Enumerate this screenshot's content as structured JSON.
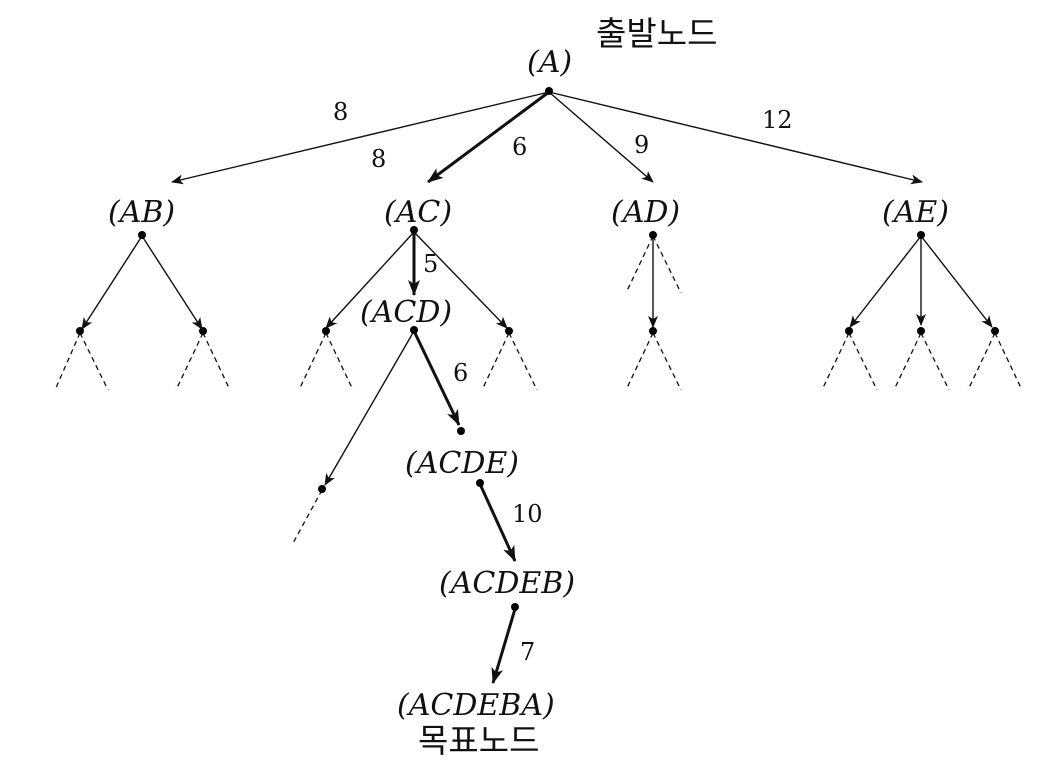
{
  "captions": {
    "start": "출발노드",
    "goal": "목표노드"
  },
  "nodes": [
    {
      "id": "A",
      "label": "(A)"
    },
    {
      "id": "AB",
      "label": "(AB)"
    },
    {
      "id": "AC",
      "label": "(AC)"
    },
    {
      "id": "AD",
      "label": "(AD)"
    },
    {
      "id": "AE",
      "label": "(AE)"
    },
    {
      "id": "ACD",
      "label": "(ACD)"
    },
    {
      "id": "ACDE",
      "label": "(ACDE)"
    },
    {
      "id": "ACDEB",
      "label": "(ACDEB)"
    },
    {
      "id": "ACDEBA",
      "label": "(ACDEBA)"
    }
  ],
  "edge_labels": [
    {
      "id": "A-AB",
      "text": "8"
    },
    {
      "id": "A-AC-a",
      "text": "8"
    },
    {
      "id": "A-AC-b",
      "text": "6"
    },
    {
      "id": "A-AD",
      "text": "9"
    },
    {
      "id": "A-AE",
      "text": "12"
    },
    {
      "id": "AC-ACD",
      "text": "5"
    },
    {
      "id": "ACD-ACDE",
      "text": "6"
    },
    {
      "id": "ACDE-ACDEB",
      "text": "10"
    },
    {
      "id": "ACDEB-ACDEBA",
      "text": "7"
    }
  ],
  "solution_path": [
    "A",
    "AC",
    "ACD",
    "ACDE",
    "ACDEB",
    "ACDEBA"
  ]
}
